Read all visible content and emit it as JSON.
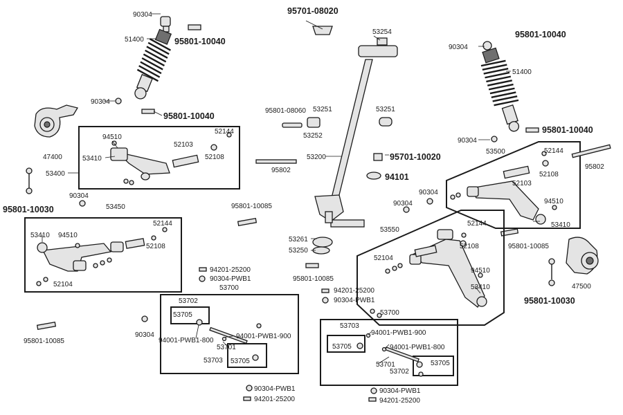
{
  "labels": {
    "p90304_a": "90304",
    "p51400_a": "51400",
    "p95801_10040_a": "95801-10040",
    "p90304_b": "90304",
    "p95801_10040_b": "95801-10040",
    "p47400": "47400",
    "p94510_a": "94510",
    "p52144_a": "52144",
    "p52103_a": "52103",
    "p52108_a": "52108",
    "p53410_a": "53410",
    "p53400": "53400",
    "p95801_10030_a": "95801-10030",
    "p90304_c": "90304",
    "p53450": "53450",
    "p53410_b": "53410",
    "p94510_b": "94510",
    "p52144_b": "52144",
    "p52108_b": "52108",
    "p52104_a": "52104",
    "p95801_10085_a": "95801-10085",
    "p95801_10085_b": "95801-10085",
    "p90304_d": "90304",
    "p94201_25200_a": "94201-25200",
    "p90304_pwb1_a": "90304-PWB1",
    "p53700_a": "53700",
    "p53702_a": "53702",
    "p53705_a": "53705",
    "p94001_pwb1_800_a": "94001-PWB1-800",
    "p94001_pwb1_900_a": "94001-PWB1-900",
    "p53701_a": "53701",
    "p53703_a": "53703",
    "p53705_b": "53705",
    "p90304_pwb1_b": "90304-PWB1",
    "p94201_25200_b": "94201-25200",
    "p95701_08020": "95701-08020",
    "p53254": "53254",
    "p95801_08060": "95801-08060",
    "p53251_a": "53251",
    "p53251_b": "53251",
    "p53252": "53252",
    "p95802_a": "95802",
    "p53200": "53200",
    "p95701_10020": "95701-10020",
    "p94101": "94101",
    "p90304_e": "90304",
    "p90304_f": "90304",
    "p53261": "53261",
    "p53250": "53250",
    "p95801_10085_c": "95801-10085",
    "p94201_25200_c": "94201-25200",
    "p90304_pwb1_c": "90304-PWB1",
    "p95801_10040_c": "95801-10040",
    "p90304_g": "90304",
    "p51400_b": "51400",
    "p90304_h": "90304",
    "p95801_10040_d": "95801-10040",
    "p53500": "53500",
    "p52144_c": "52144",
    "p52103_b": "52103",
    "p52108_c": "52108",
    "p95802_b": "95802",
    "p94510_c": "94510",
    "p53410_c": "53410",
    "p53550": "53550",
    "p52144_d": "52144",
    "p52108_d": "52108",
    "p52104_b": "52104",
    "p94510_d": "94510",
    "p53410_d": "53410",
    "p95801_10085_d": "95801-10085",
    "p47500": "47500",
    "p95801_10030_b": "95801-10030",
    "p53700_b": "53700",
    "p53703_b": "53703",
    "p94001_pwb1_900_b": "94001-PWB1-900",
    "p53705_c": "53705",
    "p94001_pwb1_800_b": "94001-PWB1-800",
    "p53701_b": "53701",
    "p53705_d": "53705",
    "p53702_b": "53702",
    "p90304_pwb1_d": "90304-PWB1",
    "p94201_25200_d": "94201-25200"
  },
  "colors": {
    "ink": "#1a1a1a",
    "part_fill": "#e4e4e4",
    "part_dark": "#6f6f6f",
    "background": "#ffffff"
  }
}
